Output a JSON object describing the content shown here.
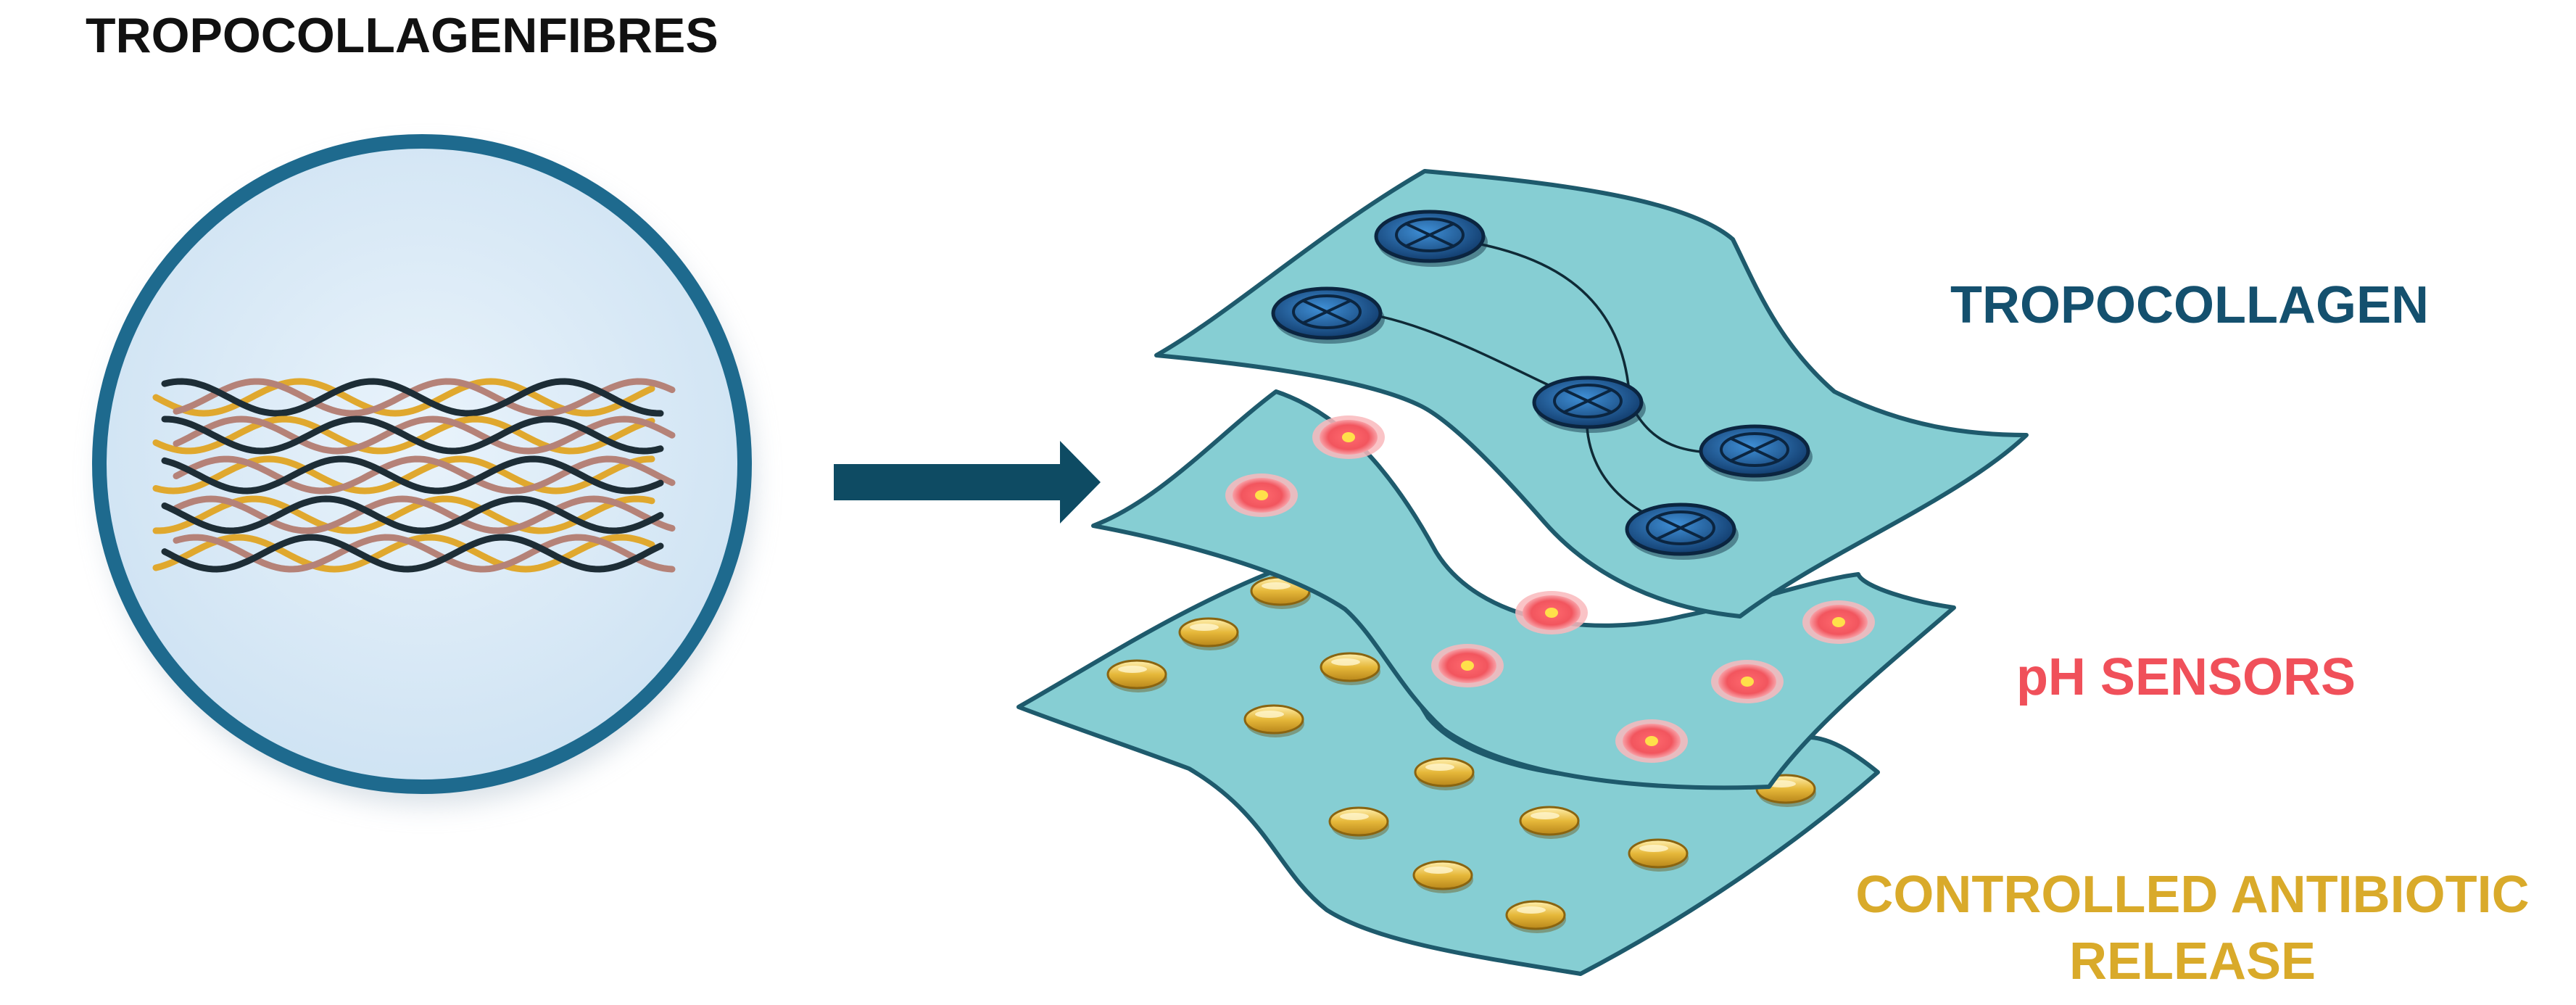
{
  "title": "TROPOCOLLAGENFIBRES",
  "labels": {
    "tropocollagen": "TROPOCOLLAGEN",
    "ph_sensors": "pH SENSORS",
    "antibiotic_line1": "CONTROLLED ANTIBIOTIC",
    "antibiotic_line2": "RELEASE"
  },
  "colors": {
    "title": "#111111",
    "tropocollagen": "#14506e",
    "ph_sensors": "#f0505a",
    "antibiotic": "#d9aa2a",
    "sheet_fill": "#86ced3",
    "sheet_edge": "#1e5a6c",
    "arrow": "#0e4b63",
    "circle_ring": "#1e6a8e",
    "circle_fill": "#d8e9f6",
    "strand_dark": "#1d2d36",
    "strand_gold": "#e0a82e",
    "strand_mauve": "#b58278",
    "node_blue": "#1f5a9e",
    "sensor_red": "#f2555e",
    "sensor_core": "#ffe04a",
    "capsule_gold": "#e2b63c"
  }
}
